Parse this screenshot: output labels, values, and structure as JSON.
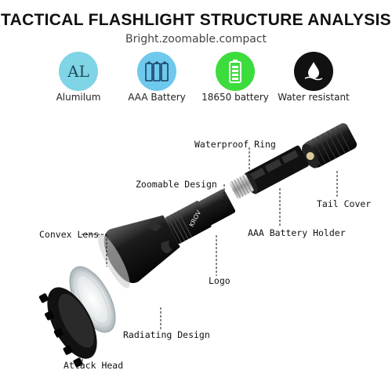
{
  "header": {
    "title": "TACTICAL FLASHLIGHT STRUCTURE ANALYSIS",
    "subtitle": "Bright.zoomable.compact"
  },
  "features": [
    {
      "label": "Alumilum",
      "icon": "al-icon",
      "icon_text": "AL",
      "color": "#7fd4e6"
    },
    {
      "label": "AAA Battery",
      "icon": "battery-pack-icon",
      "color": "#6ec9ec"
    },
    {
      "label": "18650 battery",
      "icon": "battery-icon",
      "color": "#3ddc3d"
    },
    {
      "label": "Water resistant",
      "icon": "water-drop-icon",
      "color": "#111111"
    }
  ],
  "callouts": {
    "waterproof_ring": "Waterproof Ring",
    "zoomable_design": "Zoomable Design",
    "tail_cover": "Tail Cover",
    "convex_lens": "Convex Lens",
    "battery_holder": "AAA Battery Holder",
    "logo": "Logo",
    "radiating_design": "Radiating Design",
    "attack_head": "Attack Head"
  },
  "product": {
    "brand_mark": "KROV"
  }
}
